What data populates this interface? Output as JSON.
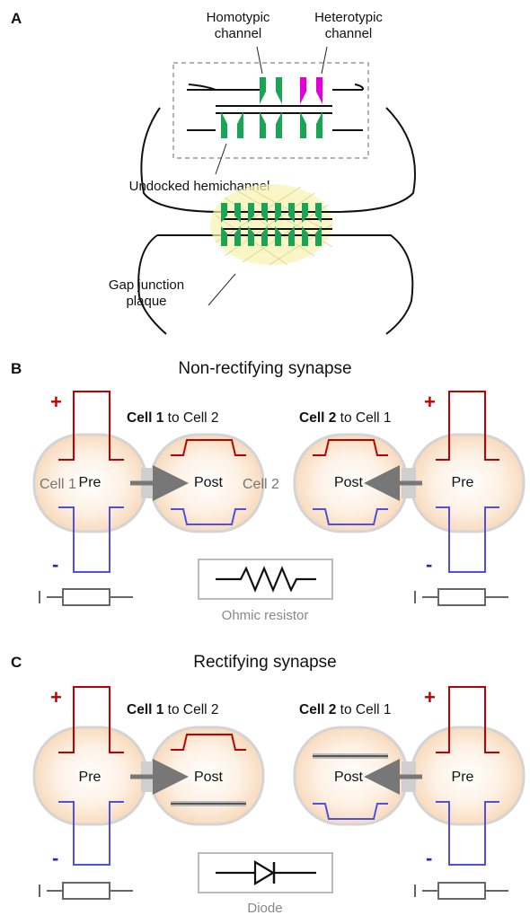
{
  "panel_a": {
    "letter": "A",
    "homotypic_line1": "Homotypic",
    "homotypic_line2": "channel",
    "heterotypic_line1": "Heterotypic",
    "heterotypic_line2": "channel",
    "undocked": "Undocked hemichannel",
    "plaque_line1": "Gap junction",
    "plaque_line2": "plaque"
  },
  "panel_b": {
    "letter": "B",
    "title": "Non-rectifying synapse",
    "left_dir_bold": "Cell 1",
    "left_dir_rest": " to Cell 2",
    "right_dir_bold": "Cell 2",
    "right_dir_rest": " to Cell 1",
    "cell1": "Cell 1",
    "cell2": "Cell 2",
    "pre": "Pre",
    "post": "Post",
    "plus": "+",
    "minus": "-",
    "device_caption": "Ohmic resistor"
  },
  "panel_c": {
    "letter": "C",
    "title": "Rectifying synapse",
    "left_dir_bold": "Cell 1",
    "left_dir_rest": " to Cell 2",
    "right_dir_bold": "Cell 2",
    "right_dir_rest": " to Cell 1",
    "pre": "Pre",
    "post": "Post",
    "plus": "+",
    "minus": "-",
    "device_caption": "Diode"
  },
  "colors": {
    "connexin": "#1aa556",
    "heterotypic": "#e100d8",
    "depolarizing": "#c00000",
    "hyperpolarizing": "#5050e0",
    "cell_fill": "#fbe3cb",
    "arrow": "#777777"
  }
}
